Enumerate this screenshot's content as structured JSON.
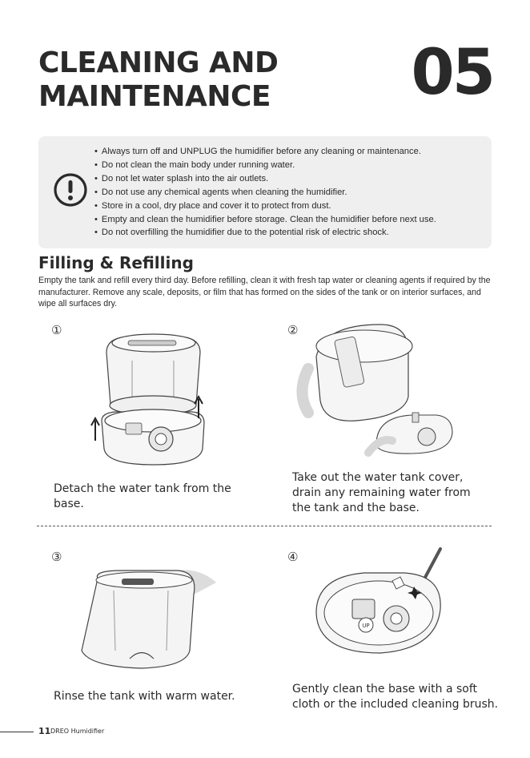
{
  "header": {
    "title_line1": "CLEANING AND",
    "title_line2": "MAINTENANCE",
    "chapter_number": "05"
  },
  "warnings": {
    "icon": "exclamation-circle-icon",
    "items": [
      "Always turn off and UNPLUG the humidifier before any cleaning or maintenance.",
      "Do not clean the main body under running water.",
      "Do not let water splash into the air outlets.",
      "Do not use any chemical agents when cleaning the humidifier.",
      "Store in a cool, dry place and cover it to protect from dust.",
      "Empty and clean the humidifier before storage. Clean the humidifier before next use.",
      "Do not overfilling the humidifier due to the potential risk of electric shock."
    ]
  },
  "section": {
    "title": "Filling & Refilling",
    "intro": "Empty the tank and refill every third day. Before refilling, clean it with fresh tap water or cleaning agents if required by the manufacturer. Remove any scale, deposits, or film that has formed on the sides of the tank or on interior surfaces, and wipe all surfaces dry."
  },
  "steps": [
    {
      "number": "①",
      "caption": "Detach the water tank from the base."
    },
    {
      "number": "②",
      "caption": "Take out the water tank cover, drain any remaining water from the tank and the base."
    },
    {
      "number": "③",
      "caption": "Rinse the tank with warm water."
    },
    {
      "number": "④",
      "caption": "Gently clean the base with a soft cloth or the included cleaning brush."
    }
  ],
  "illustration_labels": {
    "base_marking": "UP"
  },
  "footer": {
    "page_number": "11",
    "brand": "DREO Humidifier"
  }
}
